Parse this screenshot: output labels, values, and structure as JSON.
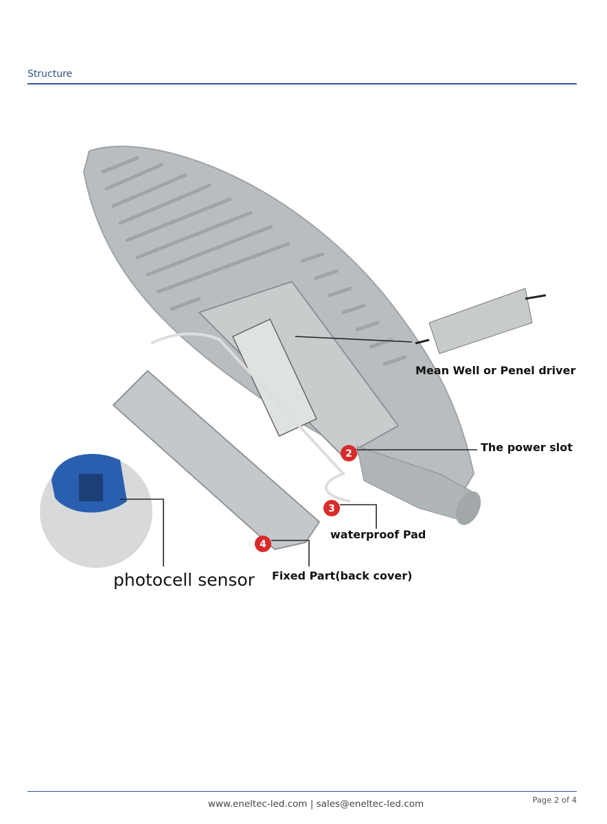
{
  "header": {
    "title": "Structure"
  },
  "figure": {
    "labels": {
      "driver": "Mean Well or Penel driver",
      "power_slot": "The power slot",
      "waterproof_pad": "waterproof Pad",
      "fixed_part": "Fixed Part(back cover)",
      "photocell": "photocell sensor"
    },
    "markers": {
      "power_slot": "2",
      "waterproof_pad": "3",
      "fixed_part": "4"
    },
    "colors": {
      "marker": "#d92b2b",
      "housing": "#b9bdbf",
      "sensor": "#2a5fb0"
    }
  },
  "footer": {
    "contact": "www.eneltec-led.com | sales@eneltec-led.com",
    "page": "Page 2 of 4"
  }
}
